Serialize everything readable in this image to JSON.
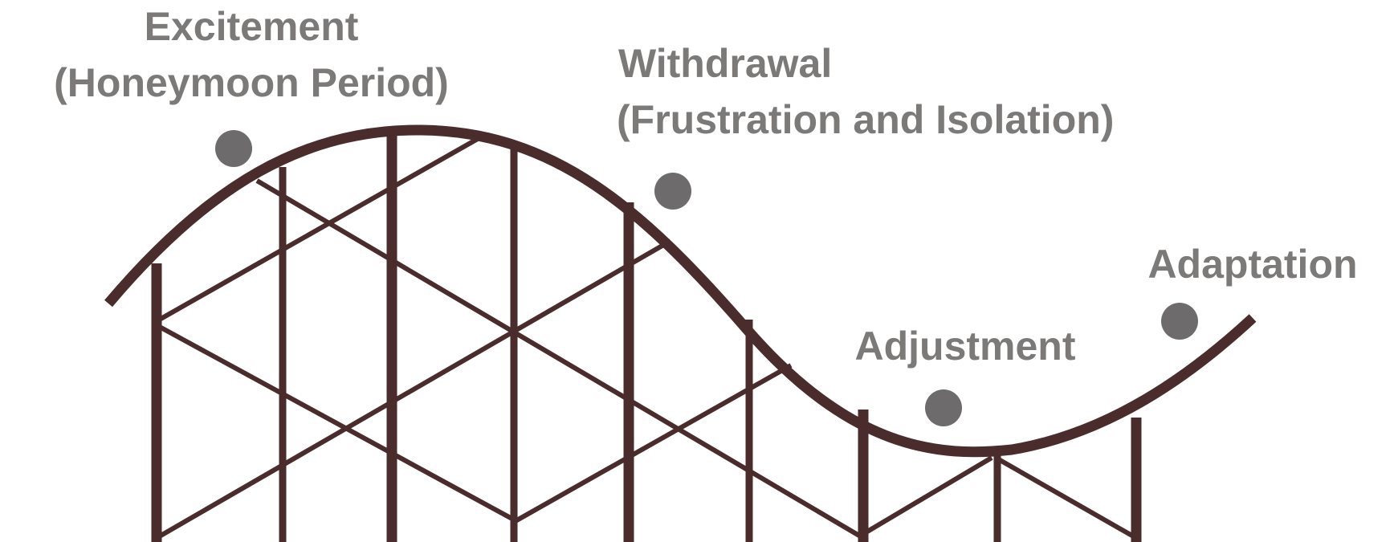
{
  "diagram": {
    "stages": [
      {
        "id": "excitement",
        "lines": [
          "Excitement",
          "(Honeymoon Period)"
        ]
      },
      {
        "id": "withdrawal",
        "lines": [
          "Withdrawal",
          "(Frustration and Isolation)"
        ]
      },
      {
        "id": "adjustment",
        "lines": [
          "Adjustment"
        ]
      },
      {
        "id": "adaptation",
        "lines": [
          "Adaptation"
        ]
      }
    ],
    "colors": {
      "track": "#4a2c2c",
      "marker": "#6d6b6b",
      "label": "#7c7a79",
      "background": "#ffffff"
    },
    "icons": [
      "roller-coaster-icon"
    ]
  }
}
